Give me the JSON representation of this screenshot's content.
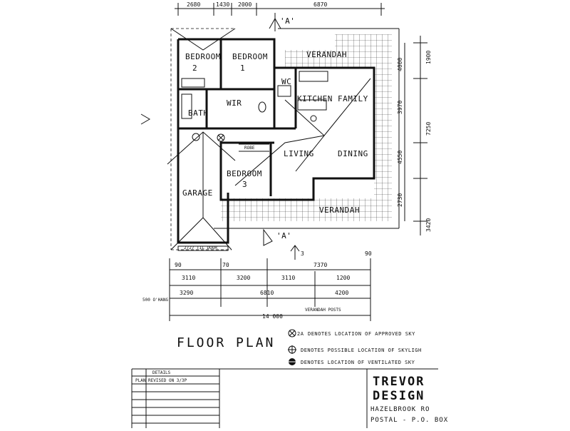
{
  "top_dims": [
    "2680",
    "1430",
    "2000",
    "6870"
  ],
  "section_marker": "'A'",
  "rooms": {
    "bedroom2": [
      "BEDROOM",
      "2"
    ],
    "bedroom1": [
      "BEDROOM",
      "1"
    ],
    "bedroom3": [
      "BEDROOM",
      "3"
    ],
    "verandah_top": "VERANDAH",
    "verandah_bottom": "VERANDAH",
    "kitchen": "KITCHEN",
    "family": "FAMILY",
    "wir": "WIR",
    "bath": "BATH",
    "living": "LIVING",
    "dining": "DINING",
    "garage": "GARAGE",
    "wc": "WC"
  },
  "robe_label": "ROBE",
  "door_label": "2727 TIL DOOR",
  "north_arrow": "3",
  "right_dims": [
    "4000",
    "3970",
    "4550",
    "7250",
    "2730",
    "3420",
    "1900"
  ],
  "bottom_dims": {
    "row1": [
      "90",
      "70",
      "7370",
      "90"
    ],
    "row2": [
      "3110",
      "3200",
      "3110",
      "1200"
    ],
    "row3": [
      "3290",
      "6810",
      "4200"
    ],
    "overhang": "500 O'HANG",
    "verandah_posts": "VERANDAH POSTS",
    "total": "14 000"
  },
  "floor_plan_title": "FLOOR   PLAN",
  "legend": [
    {
      "symbol": "2A",
      "text": "DENOTES LOCATION OF APPROVED SKY"
    },
    {
      "symbol": "",
      "text": "DENOTES POSSIBLE LOCATION OF SKYLIGH"
    },
    {
      "symbol": "",
      "text": "DENOTES LOCATION OF VENTILATED SKY"
    }
  ],
  "details_box": {
    "header": "DETAILS",
    "note": "PLAN REVISED ON 3/3P"
  },
  "brand": {
    "line1": "TREVOR",
    "line2": "DESIGN",
    "address1": "HAZELBROOK RO",
    "address2": "POSTAL - P.O. BOX"
  }
}
